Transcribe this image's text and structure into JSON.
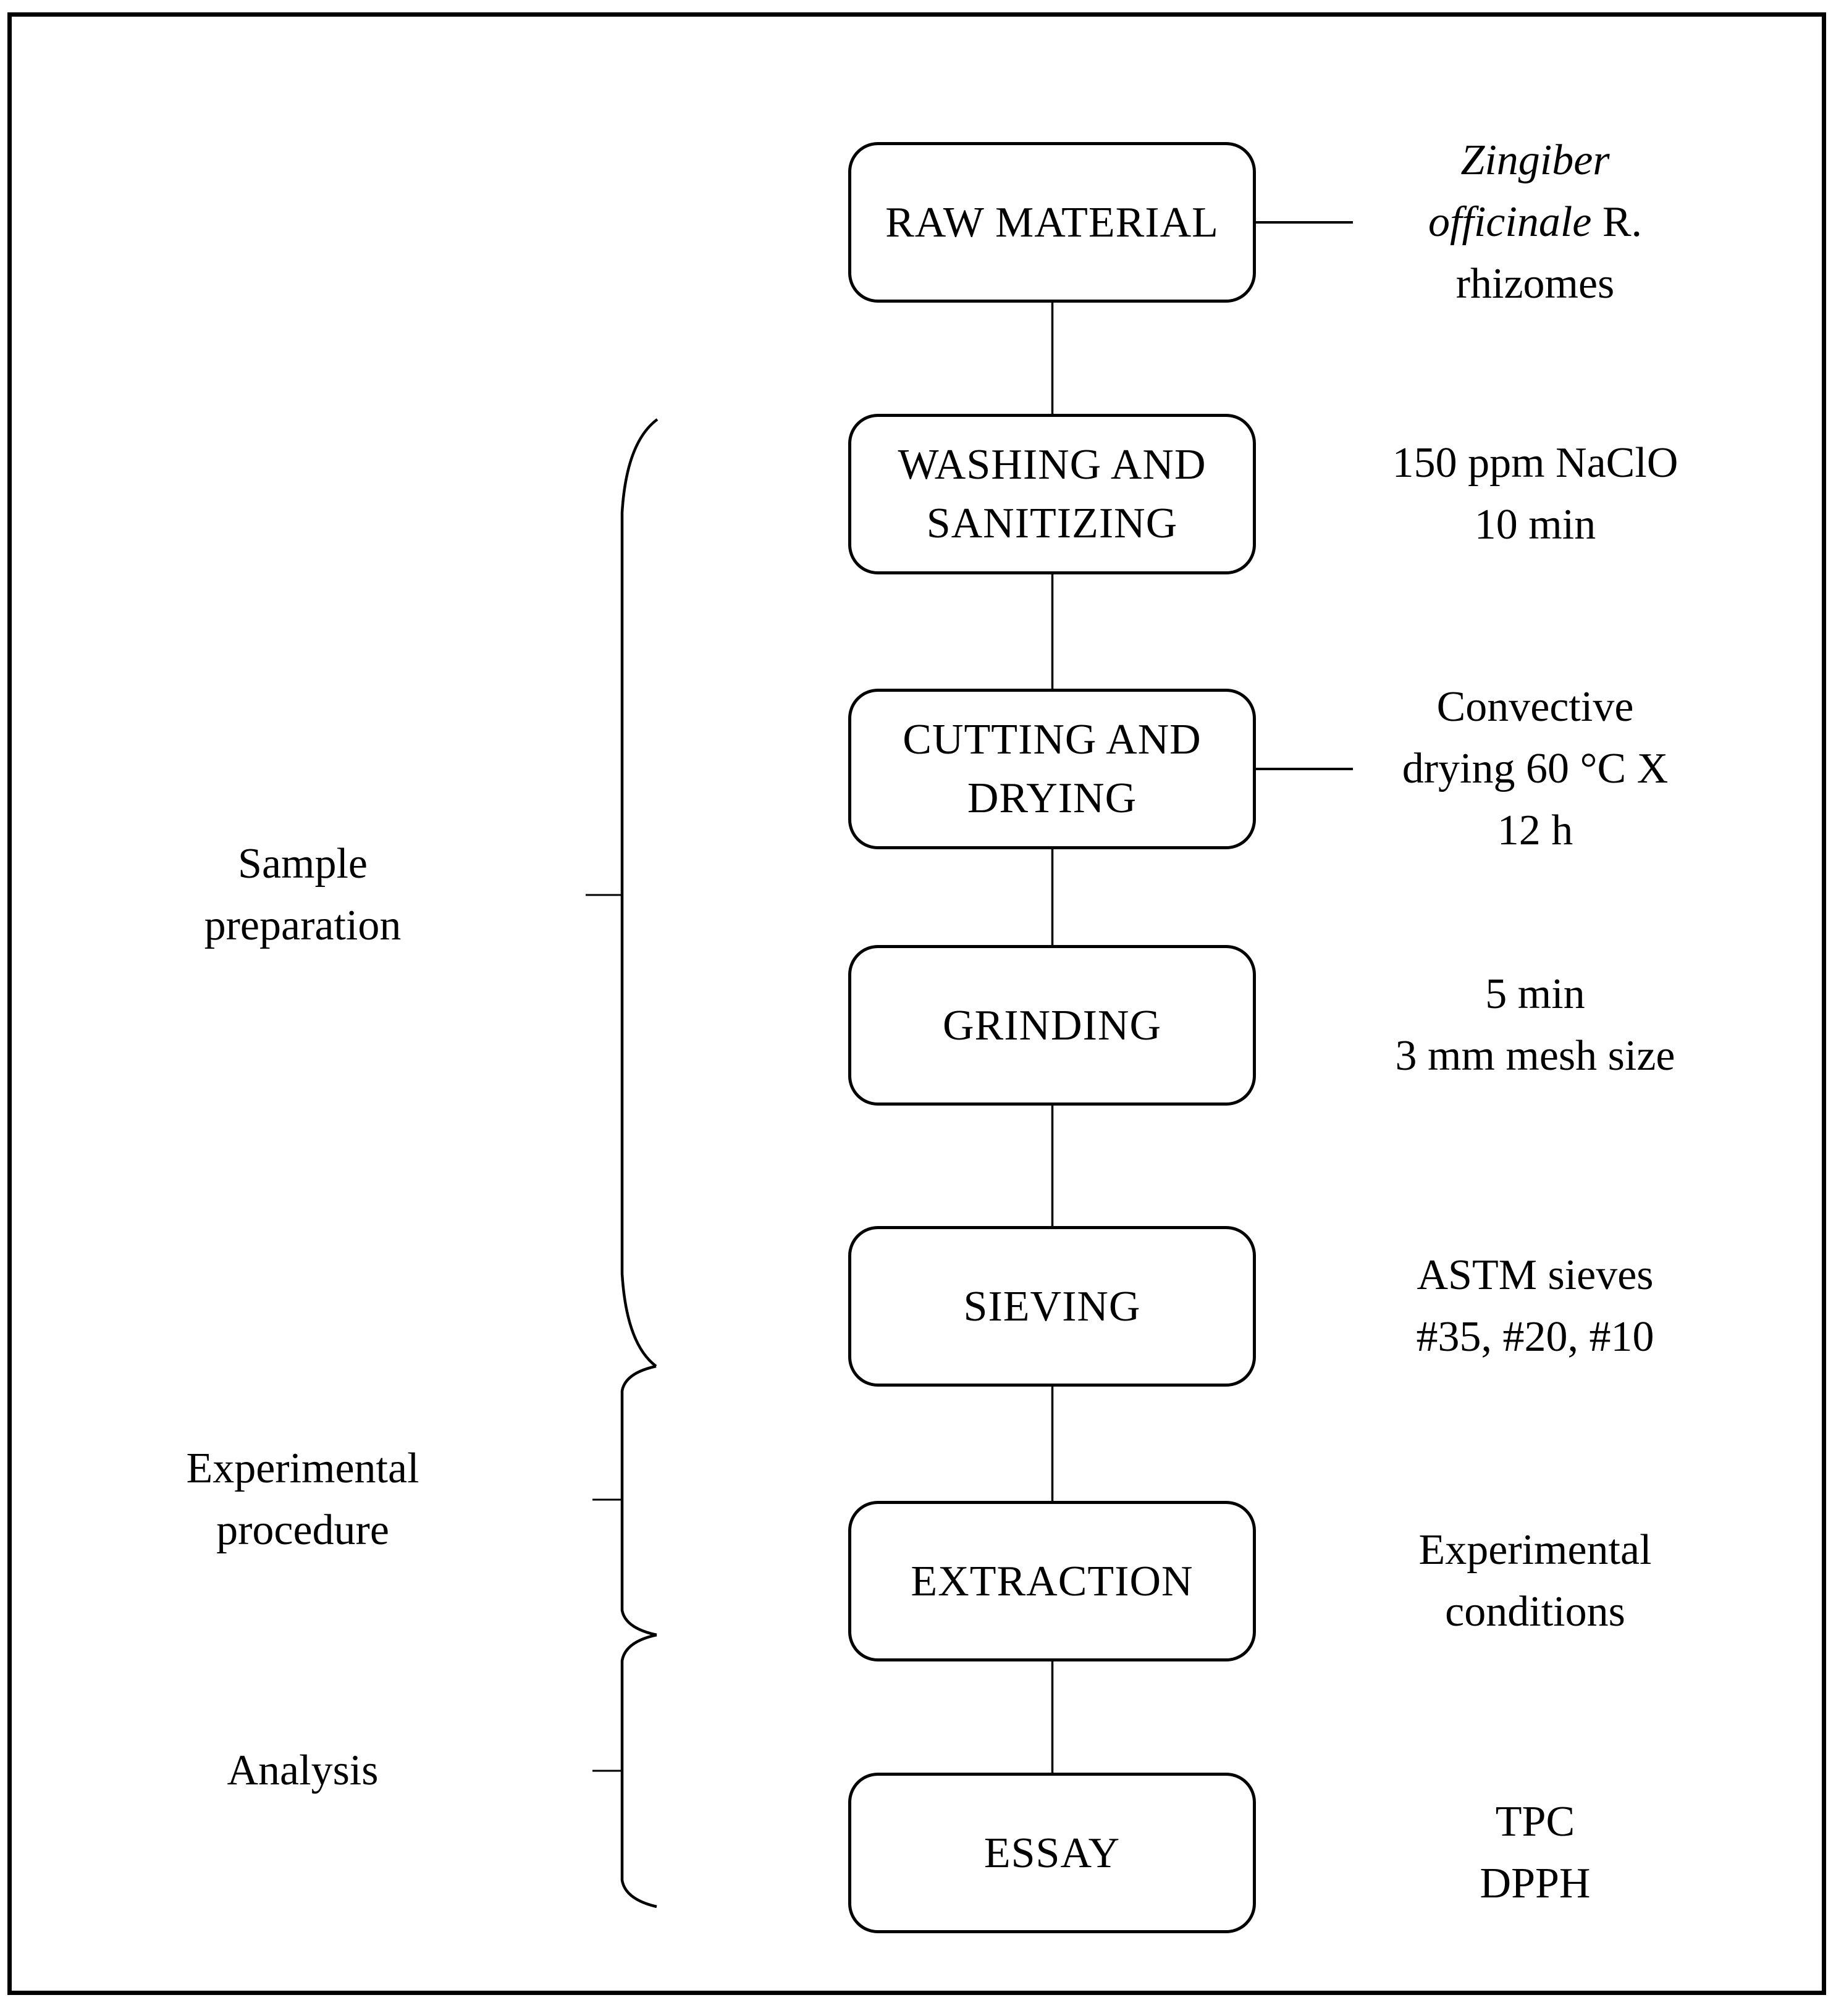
{
  "colors": {
    "ink": "#000000",
    "paper": "#ffffff"
  },
  "flowchart": {
    "process_boxes": [
      {
        "key": "raw-material",
        "lines": [
          "RAW MATERIAL"
        ]
      },
      {
        "key": "washing-sanitizing",
        "lines": [
          "WASHING AND",
          "SANITIZING"
        ]
      },
      {
        "key": "cutting-drying",
        "lines": [
          "CUTTING AND",
          "DRYING"
        ]
      },
      {
        "key": "grinding",
        "lines": [
          "GRINDING"
        ]
      },
      {
        "key": "sieving",
        "lines": [
          "SIEVING"
        ]
      },
      {
        "key": "extraction",
        "lines": [
          "EXTRACTION"
        ]
      },
      {
        "key": "essay",
        "lines": [
          "ESSAY"
        ]
      }
    ],
    "annotations": [
      {
        "key": "raw-material-note",
        "lines": [
          {
            "italic": "Zingiber",
            "regular": ""
          },
          {
            "italic": "officinale",
            "regular": " R."
          },
          {
            "italic": "",
            "regular": "rhizomes"
          }
        ]
      },
      {
        "key": "washing-note",
        "lines": [
          {
            "italic": "",
            "regular": "150 ppm NaClO"
          },
          {
            "italic": "",
            "regular": "10 min"
          }
        ]
      },
      {
        "key": "cutting-drying-note",
        "lines": [
          {
            "italic": "",
            "regular": "Convective"
          },
          {
            "italic": "",
            "regular": "drying 60 °C X"
          },
          {
            "italic": "",
            "regular": "12 h"
          }
        ]
      },
      {
        "key": "grinding-note",
        "lines": [
          {
            "italic": "",
            "regular": "5 min"
          },
          {
            "italic": "",
            "regular": "3 mm mesh size"
          }
        ]
      },
      {
        "key": "sieving-note",
        "lines": [
          {
            "italic": "",
            "regular": "ASTM sieves"
          },
          {
            "italic": "",
            "regular": "#35, #20, #10"
          }
        ]
      },
      {
        "key": "extraction-note",
        "lines": [
          {
            "italic": "",
            "regular": "Experimental"
          },
          {
            "italic": "",
            "regular": "conditions"
          }
        ]
      },
      {
        "key": "essay-note",
        "lines": [
          {
            "italic": "",
            "regular": "TPC"
          },
          {
            "italic": "",
            "regular": "DPPH"
          }
        ]
      }
    ],
    "stage_labels": [
      {
        "key": "sample-preparation",
        "lines": [
          "Sample",
          "preparation"
        ]
      },
      {
        "key": "experimental-procedure",
        "lines": [
          "Experimental",
          "procedure"
        ]
      },
      {
        "key": "analysis",
        "lines": [
          "Analysis"
        ]
      }
    ]
  }
}
